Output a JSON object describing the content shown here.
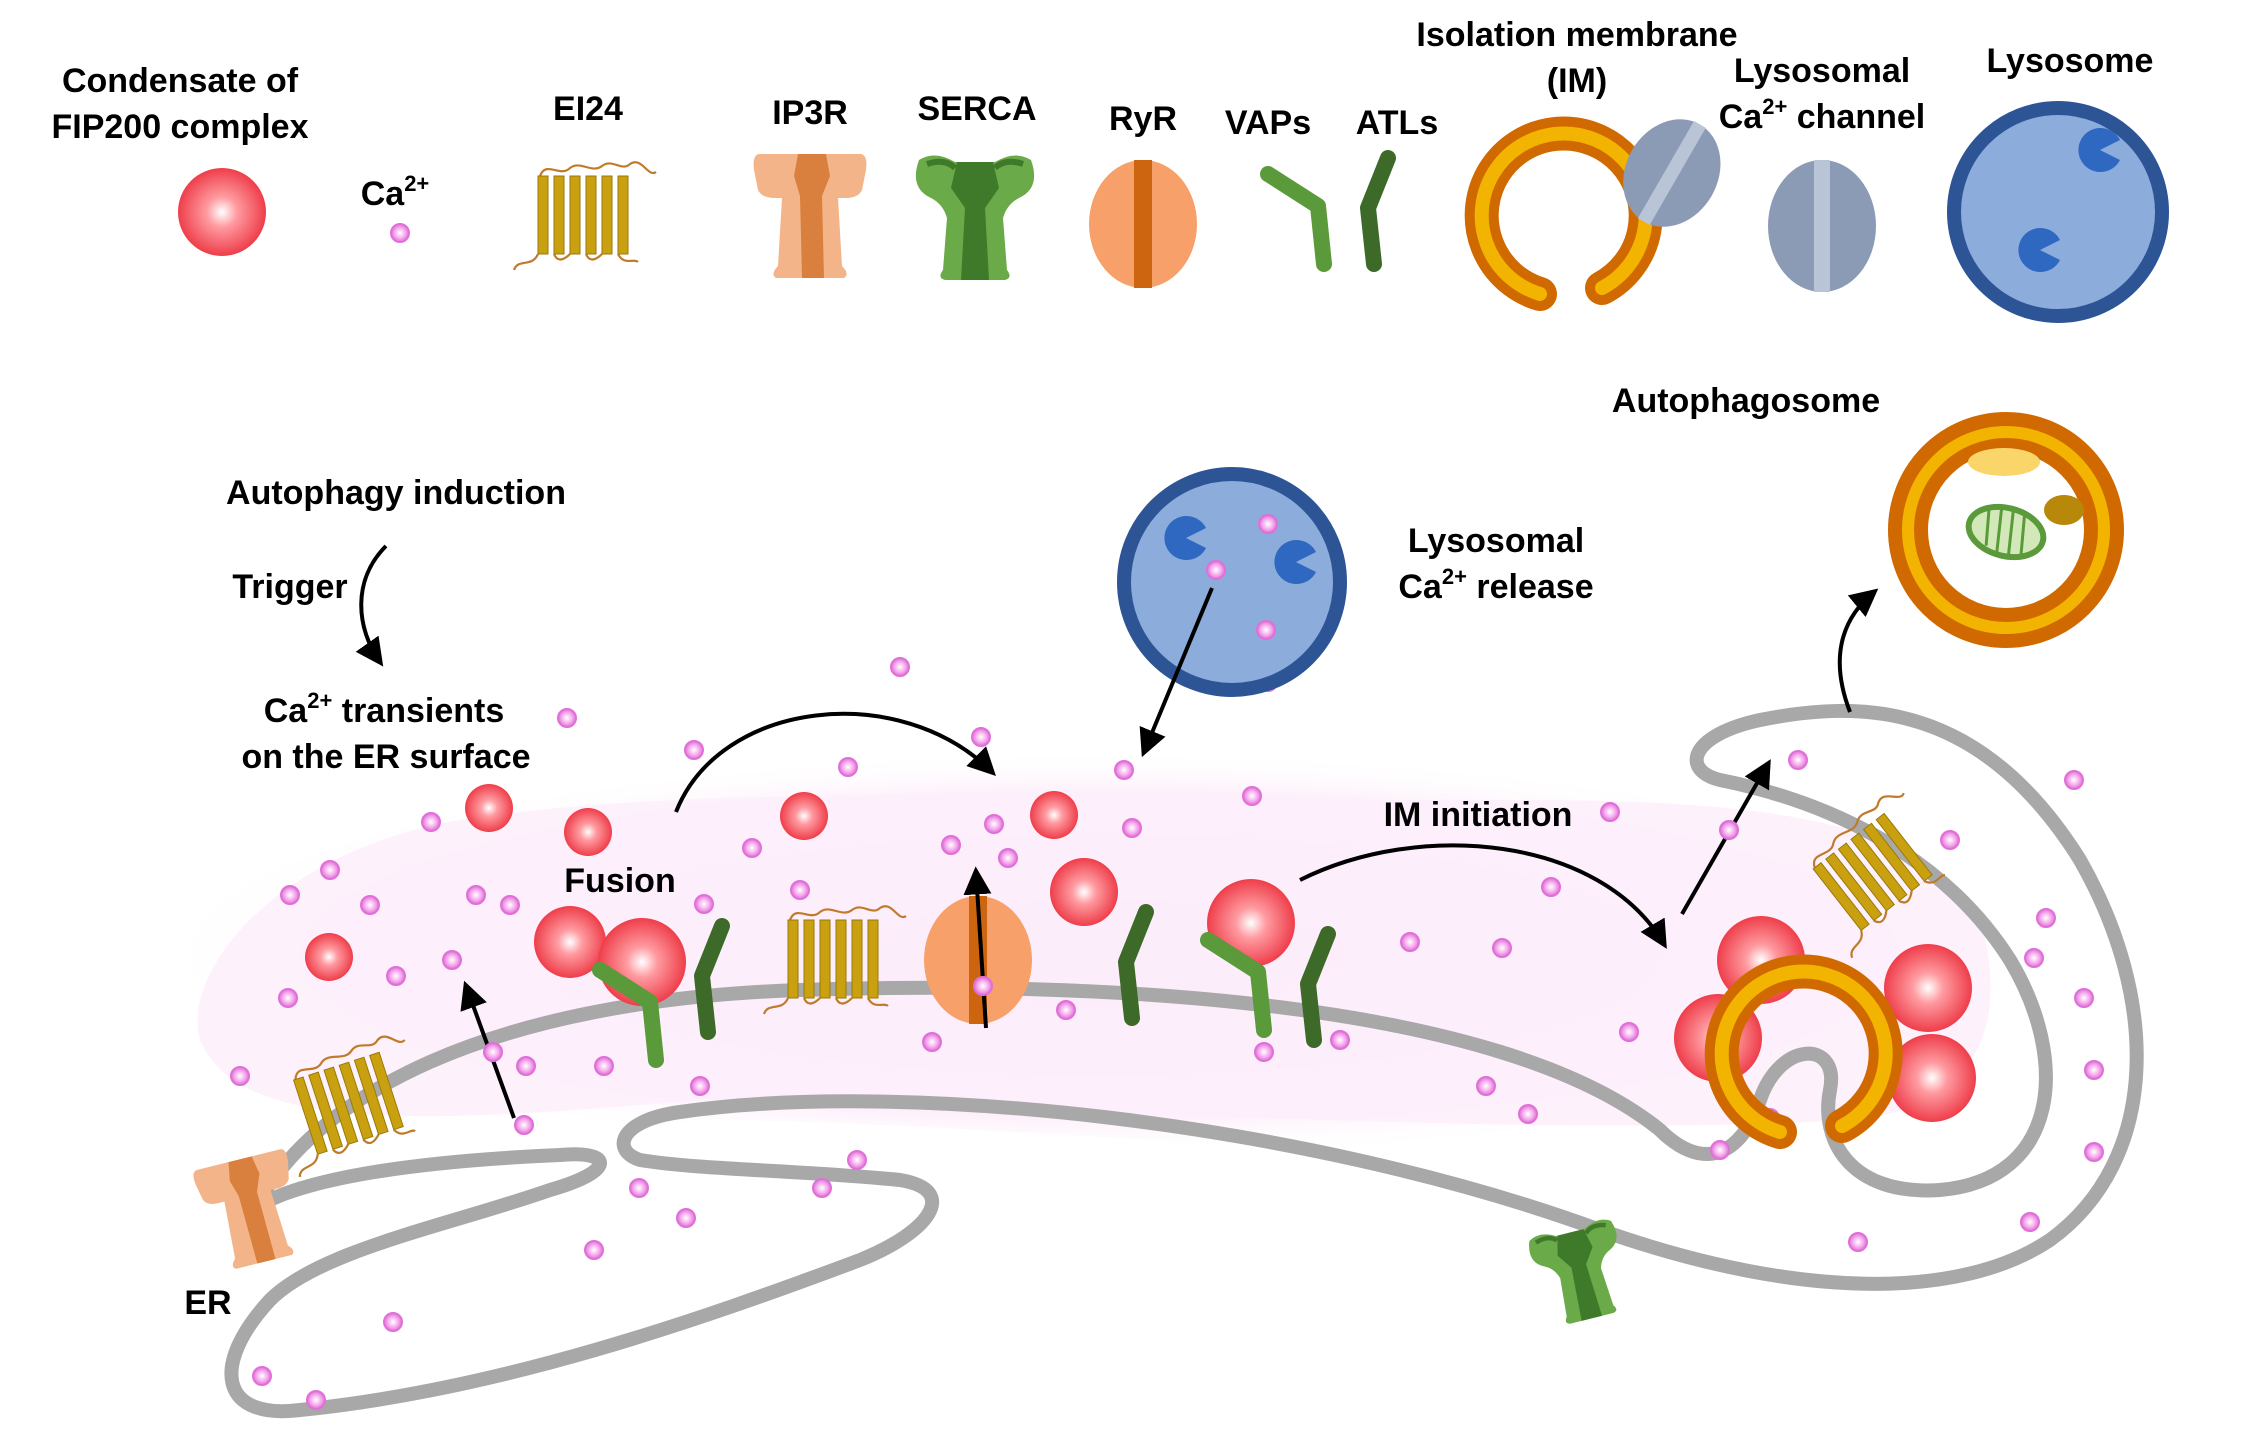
{
  "legend": {
    "condensate_line1": "Condensate of",
    "condensate_line2": "FIP200 complex",
    "ca": "Ca",
    "ca_sup": "2+",
    "ei24": "EI24",
    "ip3r": "IP3R",
    "serca": "SERCA",
    "ryr": "RyR",
    "vaps": "VAPs",
    "atls": "ATLs",
    "im_line1": "Isolation membrane",
    "im_line2": "(IM)",
    "lyso_channel_line1": "Lysosomal",
    "lyso_channel_ca": "Ca",
    "lyso_channel_sup": "2+",
    "lyso_channel_rest": " channel",
    "lysosome": "Lysosome"
  },
  "process": {
    "autophagy_induction": "Autophagy induction",
    "trigger": "Trigger",
    "transients_ca": "Ca",
    "transients_sup": "2+",
    "transients_rest": " transients",
    "transients_line2": "on the ER surface",
    "fusion": "Fusion",
    "lyso_release_line1": "Lysosomal",
    "lyso_release_ca": "Ca",
    "lyso_release_sup": "2+",
    "lyso_release_rest": " release",
    "im_initiation": "IM initiation",
    "autophagosome": "Autophagosome",
    "er": "ER"
  },
  "colors": {
    "condensate": "#f0505a",
    "calcium": "#f080e0",
    "ei24": "#c8a010",
    "ip3r": "#f0a878",
    "serca": "#5a9a3a",
    "ryr": "#f59a60",
    "vaps": "#5a9a3a",
    "atls": "#3a6a2a",
    "im": "#d07000",
    "lyso_channel": "#8898b0",
    "lysosome": "#8cacdc",
    "er_membrane": "#a8a8a8"
  }
}
